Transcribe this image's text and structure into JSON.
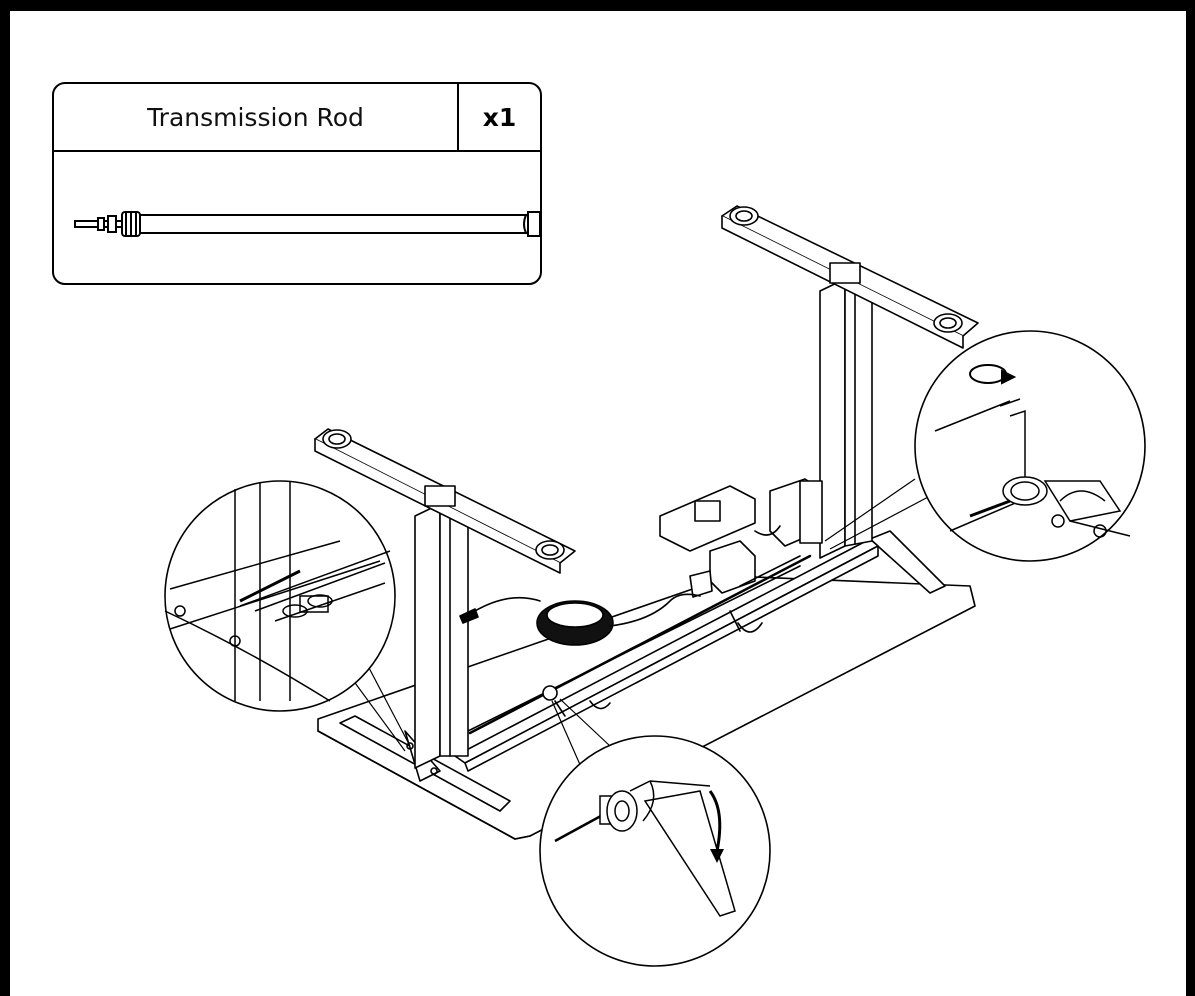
{
  "parts_table": {
    "part_name": "Transmission Rod",
    "quantity": "x1"
  },
  "illustration": {
    "subject": "desk-frame-assembly",
    "details": [
      "bracket-closeup",
      "hex-key-tighten-closeup",
      "knob-wrench-closeup"
    ],
    "icons": [
      "rotation-arrow-icon",
      "downward-arrow-icon"
    ]
  }
}
